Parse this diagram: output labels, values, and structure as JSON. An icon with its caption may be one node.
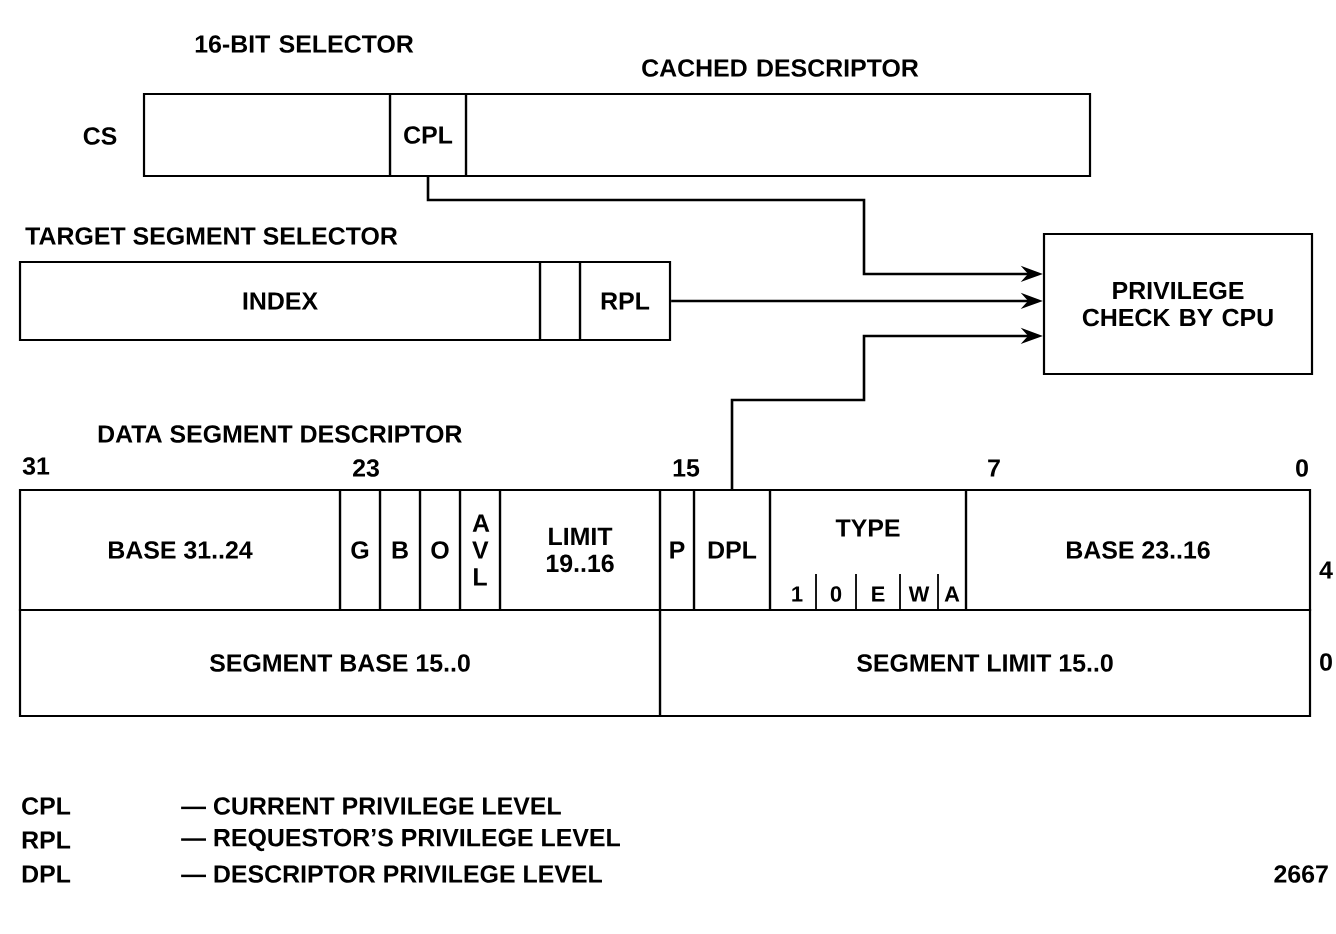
{
  "diagram": {
    "nodes": [
      {
        "text": [
          "16-BIT SELECTOR"
        ]
      },
      {
        "text": [
          "CPL"
        ]
      },
      {
        "text": [
          "CACHED DESCRIPTOR"
        ]
      },
      {
        "text": [
          "INDEX"
        ]
      },
      {
        "text": [],
        "shape": "box"
      },
      {
        "text": [
          "RPL"
        ]
      },
      {
        "text": [
          "PRIVILEGE CHECK BY CPU"
        ]
      },
      {
        "text": [
          "BASE 31..24"
        ]
      },
      {
        "text": [
          "G"
        ]
      },
      {
        "text": [
          "B"
        ]
      },
      {
        "text": [
          "O"
        ]
      },
      {
        "text": [
          "A V L"
        ]
      },
      {
        "text": [
          "LIMIT 19..16"
        ]
      },
      {
        "text": [
          "P"
        ]
      },
      {
        "text": [
          "DPL"
        ]
      },
      {
        "text": [
          "TYPE"
        ]
      },
      {
        "text": [
          "1"
        ],
        "in": 15
      },
      {
        "text": [
          "0"
        ],
        "in": 15
      },
      {
        "text": [
          "E"
        ],
        "in": 15
      },
      {
        "text": [
          "W"
        ],
        "in": 15
      },
      {
        "text": [
          "A"
        ],
        "in": 15
      },
      {
        "text": [
          "BASE 23..16"
        ]
      },
      {
        "text": [
          "SEGMENT BASE 15..0"
        ]
      },
      {
        "text": [
          "SEGMENT LIMIT 15..0"
        ]
      }
    ],
    "edges": [
      {
        "from": 1,
        "to": 6,
        "arrow": "to"
      },
      {
        "from": 5,
        "to": 6,
        "arrow": "to"
      },
      {
        "from": 14,
        "to": 6,
        "arrow": "to"
      }
    ],
    "labels": [
      "CS",
      "TARGET SEGMENT SELECTOR",
      "DATA SEGMENT DESCRIPTOR",
      "31",
      "23",
      "15",
      "7",
      "0",
      "4",
      "0",
      "CPL",
      "— CURRENT PRIVILEGE LEVEL",
      "RPL",
      "— REQUESTOR’S PRIVILEGE LEVEL",
      "DPL",
      "— DESCRIPTOR PRIVILEGE LEVEL",
      "2667"
    ]
  }
}
